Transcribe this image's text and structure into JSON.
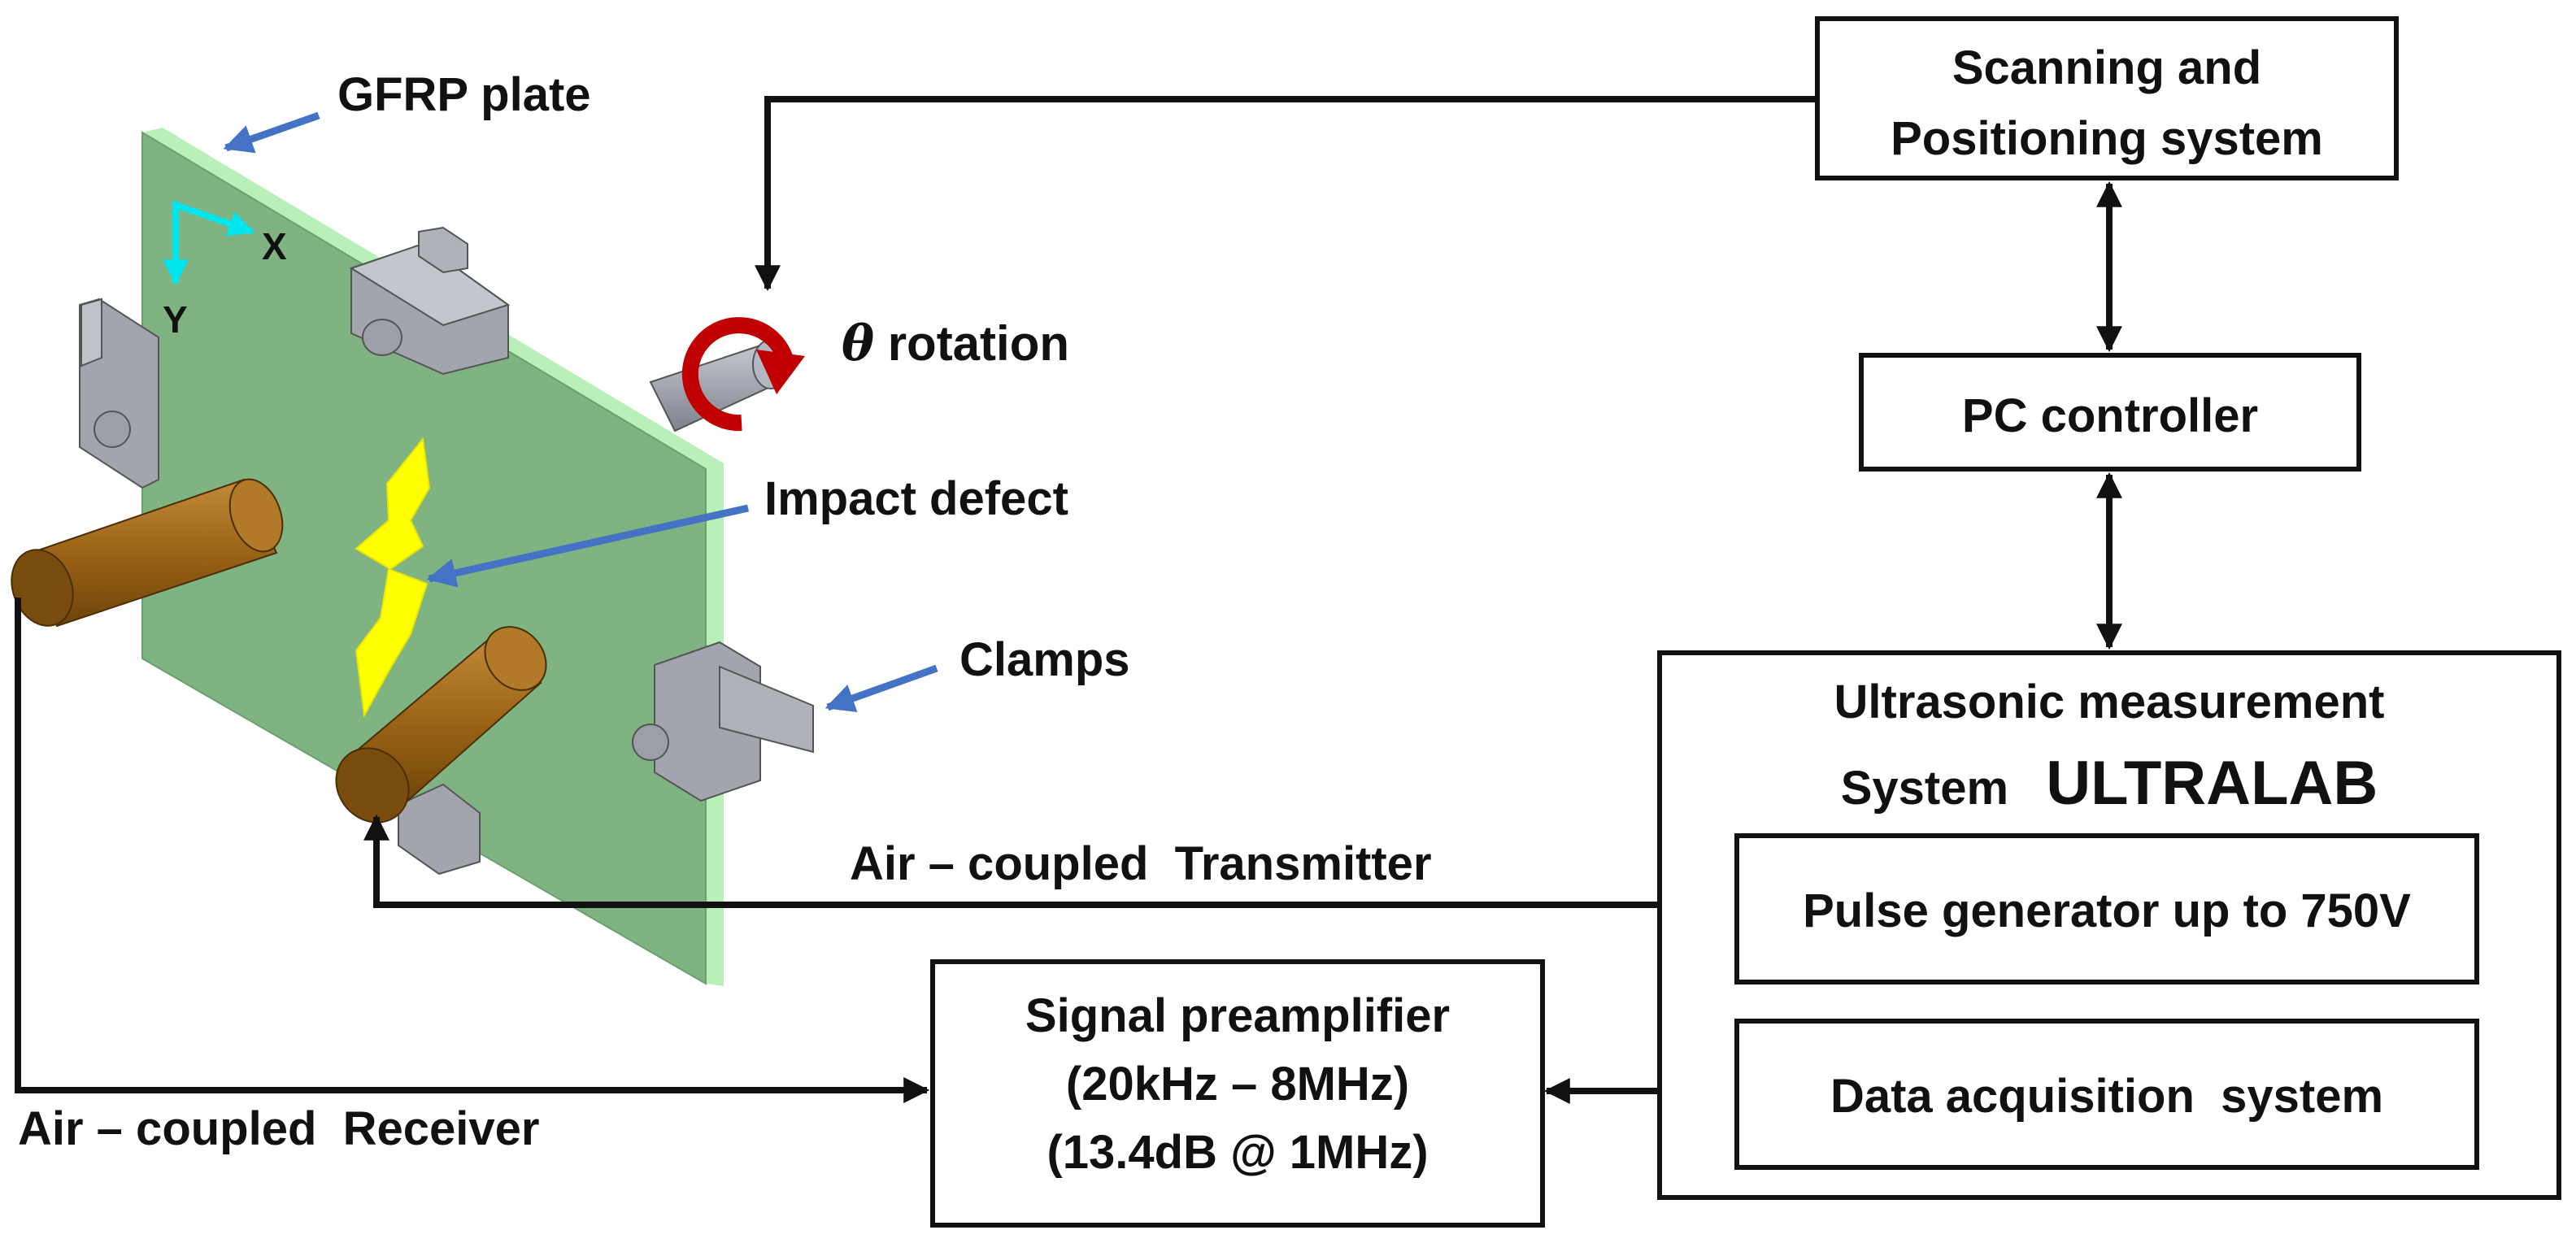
{
  "labels": {
    "gfrp_plate": "GFRP plate",
    "axis_x": "X",
    "axis_y": "Y",
    "theta_symbol": "θ",
    "rotation": "rotation",
    "impact_defect": "Impact defect",
    "clamps": "Clamps",
    "transmitter": "Air – coupled  Transmitter",
    "receiver": "Air – coupled  Receiver"
  },
  "boxes": {
    "scanning": {
      "line1": "Scanning and",
      "line2": "Positioning system"
    },
    "pc": {
      "line1": "PC controller"
    },
    "ultrasonic": {
      "line1": "Ultrasonic measurement",
      "line2_prefix": "System",
      "line2_brand": "ULTRALAB"
    },
    "pulse": {
      "line1": "Pulse generator up to 750V"
    },
    "daq": {
      "line1": "Data acquisition  system"
    },
    "preamp": {
      "line1": "Signal preamplifier",
      "line2": "(20kHz – 8MHz)",
      "line3": "(13.4dB @ 1MHz)"
    }
  },
  "colors": {
    "plate_face": "#7fb382",
    "plate_edge": "#b9f0b9",
    "defect": "#ffff00",
    "transducer": "#a0691a",
    "clamp": "#9a9ca6",
    "rotation_arrow": "#c00000",
    "pointer_arrow": "#4472c4",
    "axis": "#00e5ee"
  }
}
